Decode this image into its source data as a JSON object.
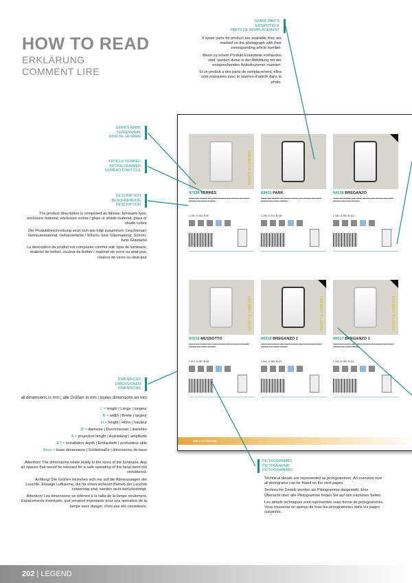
{
  "header": {
    "title": "HOW TO READ",
    "subtitle_de": "ERKLÄRUNG",
    "subtitle_fr": "COMMENT LIRE"
  },
  "spare_parts": {
    "label": [
      "SPARE PARTS",
      "ERSATZTEILE",
      "PARTS DE REMPLACEMENT"
    ],
    "text": [
      "If spare parts for product are available they are marked on the photograph with their corresponding article number.",
      "Wenn zu einem Produkt Ersatzteile vorhanden sind, werden diese in der Abbildung mit der entsprechenden Artikelnummer markiert.",
      "Si un produit a des parts de remplacement, elles sont marquées avec le nuemro d'article dans la photo."
    ]
  },
  "series": {
    "label": [
      "SERIES NAME",
      "SERIENNAME",
      "NOM DE LA SÉRIE"
    ]
  },
  "article": {
    "label": [
      "ARTICLE NUMBER",
      "ARTIKELNUMMER",
      "NUMÉRO D'ARTICLE"
    ]
  },
  "description": {
    "label": [
      "DESCRIPTION",
      "BESCHREIBUNG",
      "DESCRIPTION"
    ],
    "text": [
      "The product description is composed as follows: luminaire type, enclosure material, enclosure colour / glass or shade material, glass or shade colour",
      "Die Produktbeschreibung setzt sich wie folgt zusammen: Leuchtenart; Gehäusematerial, Gehäusefarbe / Schirm- bzw. Glasmaterial, Schirm- bzw. Glasfarbe",
      "La description du produit est composée comme suit: type de luminaire, matériel de boîtier, couleur de boîtier / matériel de verre ou abat-jour, couleur de verre ou abat-jour"
    ]
  },
  "dimensions": {
    "label": [
      "DIMENSIONS",
      "DIMENSIONEN",
      "DIMENSIONS"
    ],
    "intro": "all dimensions in mm | alle Größen in mm | toutes dimensions en mm",
    "items": [
      {
        "k": "L",
        "v": "length | Länge | longeur"
      },
      {
        "k": "B",
        "v": "width | Breite | largeur"
      },
      {
        "k": "H",
        "v": "height | Höhe | hauteur"
      },
      {
        "k": "Ø",
        "v": "diametre | Durchmesser | diamètre"
      },
      {
        "k": "A",
        "v": "projection length | Ausladung | amplitude"
      },
      {
        "k": "ET",
        "v": "installation depth | Einbautiefe | profondeur utile"
      },
      {
        "k": "Base",
        "v": "base dimensions | Sockelmaße | dimensions de base"
      }
    ],
    "attention": [
      "Attention! The dimensions relate solely to the sizes of the luminaire. Any air spaces that would be relevant for a safe operating of the lamp were not considered.",
      "Achtung! Die Größen beziehen sich nur auf die Abmessungen der Leuchte. Etwaige Lufträume, die für einen sicheren Betrieb der Leuchte notwendig sind, werden nicht berücksichtigt.",
      "Attention! Les dimensions se réfèrent à la taille de la lampe seulement. Espacements éventuels, que seraient importants pour une opération de la lampe sans danger, n'ont pas été considerés."
    ]
  },
  "pictogrammes": {
    "label": [
      "PICTOGRAMMES",
      "PIKTOGRAMME",
      "PICTOGRAMMES"
    ],
    "text": [
      "Technical details are represented as pictogrammes. An overview over all pictograms can be found on the next pages.",
      "Technische Details werden als Piktogramme dargestellt. Eine Übersicht über alle Piktogramme finden Sie auf den nächsten Seiten.",
      "Les détails techniques sont représentés sous forme de pictogrammes. Vous trouverez un aperçu de tous les pictogrammes dans les pages suivantes."
    ]
  },
  "products": [
    {
      "num": "97238",
      "name": "VERRES",
      "dims": "L 180, H 290, B 90",
      "badge": "SAFETY & COMFORT",
      "dark": false,
      "new": false
    },
    {
      "num": "83433",
      "name": "PARK",
      "dims": "L 200, H 310, B 140",
      "badge": "",
      "dark": true,
      "new": false
    },
    {
      "num": "94138",
      "name": "BREGANZO",
      "dims": "L 160, H 250, B 115",
      "badge": "",
      "dark": true,
      "new": true
    },
    {
      "num": "97218",
      "name": "MUSSOTTO",
      "dims": "L 210, H 287, B 98",
      "badge": "SAFETY & COMFORT",
      "dark": false,
      "new": false
    },
    {
      "num": "96018",
      "name": "BREGANZO 1",
      "dims": "L 160, H 285, B 121",
      "badge": "SAFETY & COMFORT",
      "dark": true,
      "new": true
    },
    {
      "num": "96017",
      "name": "BREGANZO 1",
      "dims": "L 160, H 285, B 121",
      "badge": "SAFETY & COMFORT",
      "dark": false,
      "new": true
    }
  ],
  "inset_footer": "188 | OUTDOOR",
  "footer": {
    "page": "202",
    "section": "LEGEND"
  },
  "colors": {
    "accent": "#2a9a9a",
    "footer": "#8c8c8c"
  }
}
